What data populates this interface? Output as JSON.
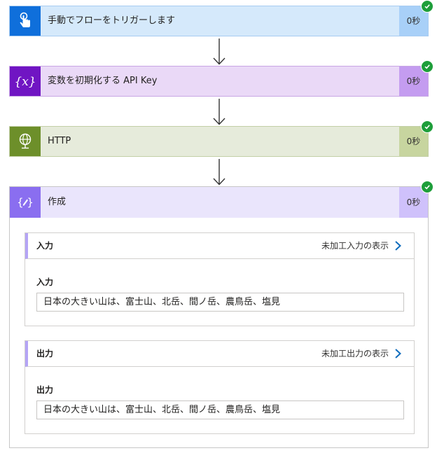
{
  "steps": [
    {
      "title": "手動でフローをトリガーします",
      "duration": "0秒",
      "icon": "touch-trigger-icon",
      "status": "succeeded"
    },
    {
      "title": "変数を初期化する API Key",
      "duration": "0秒",
      "icon": "variable-icon",
      "status": "succeeded"
    },
    {
      "title": "HTTP",
      "duration": "0秒",
      "icon": "globe-icon",
      "status": "succeeded"
    },
    {
      "title": "作成",
      "duration": "0秒",
      "icon": "compose-icon",
      "status": "succeeded"
    }
  ],
  "compose": {
    "inputs": {
      "header": "入力",
      "raw_link": "未加工入力の表示",
      "field_label": "入力",
      "value": "日本の大きい山は、富士山、北岳、間ノ岳、農鳥岳、塩見"
    },
    "outputs": {
      "header": "出力",
      "raw_link": "未加工出力の表示",
      "field_label": "出力",
      "value": "日本の大きい山は、富士山、北岳、間ノ岳、農鳥岳、塩見"
    }
  },
  "colors": {
    "success": "#1e9e3a",
    "trigger": "#0f6fdb",
    "variable": "#7015c3",
    "http": "#6d8f2a",
    "compose": "#8a6ef0",
    "link_chevron": "#0f6cbd"
  }
}
